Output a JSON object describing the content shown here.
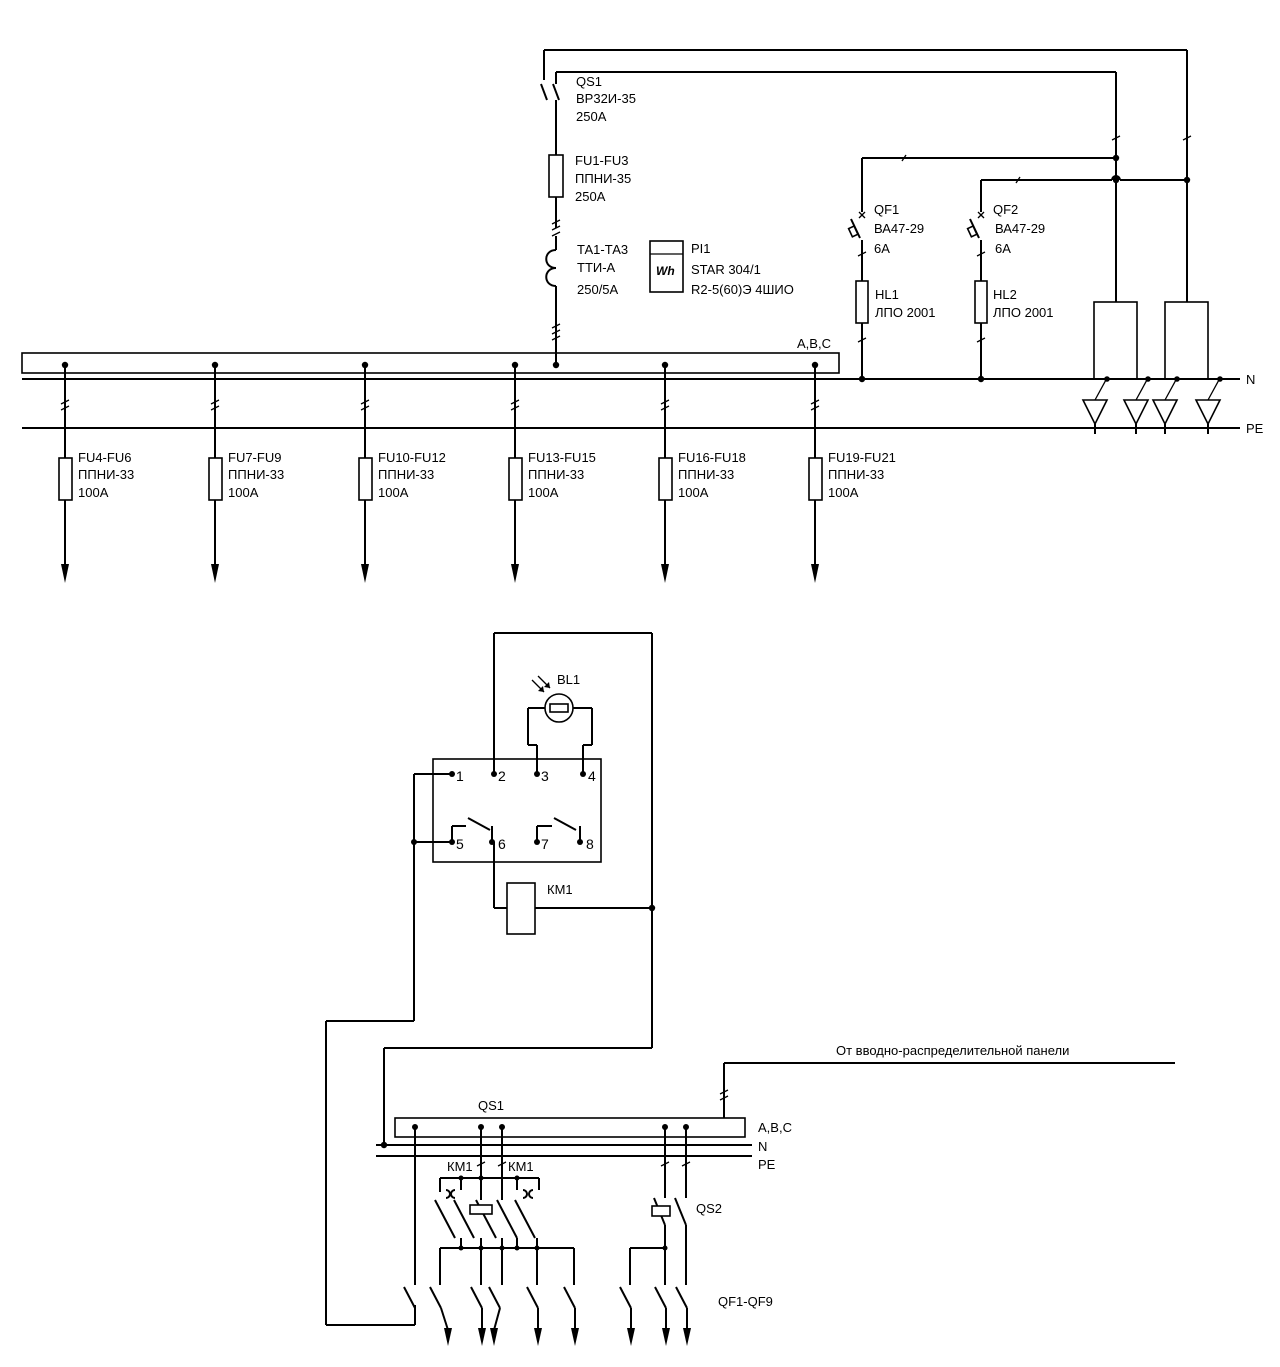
{
  "top": {
    "qs1": {
      "name": "QS1",
      "type": "ВР32И-35",
      "rating": "250А"
    },
    "fu1": {
      "name": "FU1-FU3",
      "type": "ППНИ-35",
      "rating": "250А"
    },
    "ta": {
      "name": "ТА1-ТА3",
      "type": "ТТИ-А",
      "rating": "250/5А"
    },
    "meter": {
      "name": "PI1",
      "symbol": "Wh",
      "type": "STAR 304/1",
      "spec": "R2-5(60)Э 4ШИО"
    },
    "qf1": {
      "name": "QF1",
      "type": "ВА47-29",
      "rating": "6А"
    },
    "qf2": {
      "name": "QF2",
      "type": "ВА47-29",
      "rating": "6А"
    },
    "hl1": {
      "name": "HL1",
      "type": "ЛПО 2001"
    },
    "hl2": {
      "name": "HL2",
      "type": "ЛПО 2001"
    },
    "bus_label": "А,В,С",
    "n_label": "N",
    "pe_label": "PE",
    "feeders": [
      {
        "name": "FU4-FU6",
        "type": "ППНИ-33",
        "rating": "100А"
      },
      {
        "name": "FU7-FU9",
        "type": "ППНИ-33",
        "rating": "100А"
      },
      {
        "name": "FU10-FU12",
        "type": "ППНИ-33",
        "rating": "100А"
      },
      {
        "name": "FU13-FU15",
        "type": "ППНИ-33",
        "rating": "100А"
      },
      {
        "name": "FU16-FU18",
        "type": "ППНИ-33",
        "rating": "100А"
      },
      {
        "name": "FU19-FU21",
        "type": "ППНИ-33",
        "rating": "100А"
      }
    ]
  },
  "bottom": {
    "sensor": "BL1",
    "terminals": [
      "1",
      "2",
      "3",
      "4",
      "5",
      "6",
      "7",
      "8"
    ],
    "contactor": "КМ1",
    "supply_note": "От вводно-распределительной панели",
    "qs1": "QS1",
    "km1_a": "КМ1",
    "km1_b": "КМ1",
    "qs2": "QS2",
    "breakers": "QF1-QF9",
    "bus_label": "А,В,С",
    "n_label": "N",
    "pe_label": "PE"
  }
}
